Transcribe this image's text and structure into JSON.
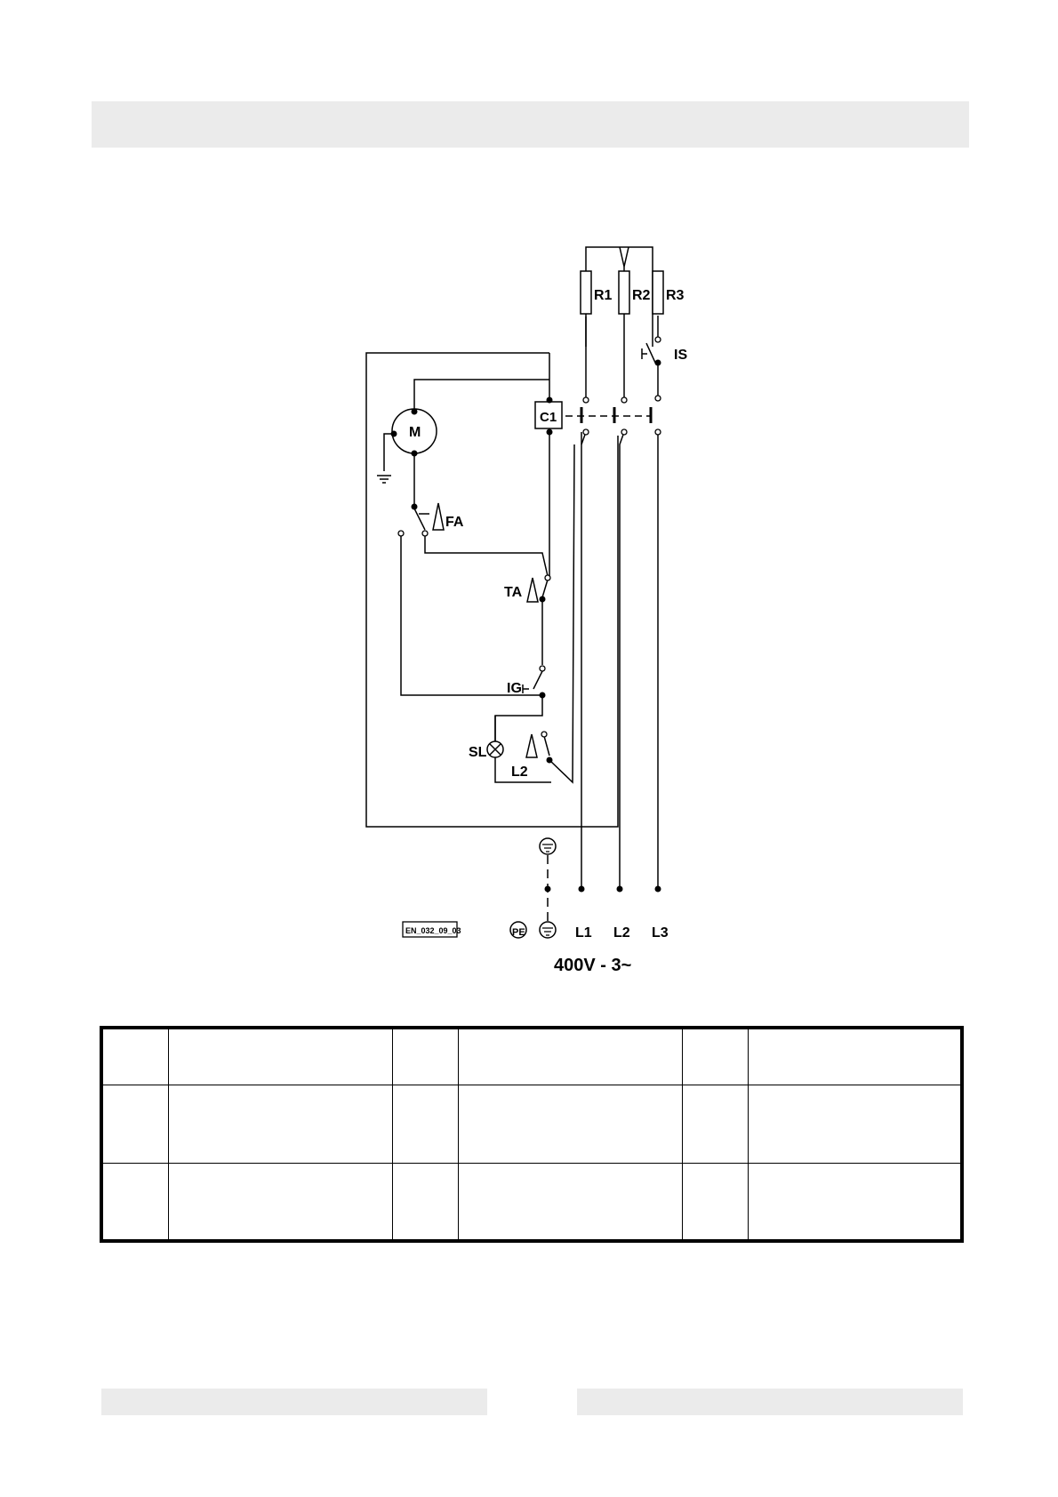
{
  "diagram": {
    "components": {
      "motor": "M",
      "contactor": "C1",
      "fan_thermostat": "FA",
      "thermostat": "TA",
      "general_switch": "IG",
      "signal_lamp": "SL",
      "limiter": "L2",
      "door_switch": "IS",
      "resistors": [
        "R1",
        "R2",
        "R3"
      ]
    },
    "supply": {
      "earth": "PE",
      "phases": [
        "L1",
        "L2",
        "L3"
      ],
      "voltage": "400V - 3~"
    },
    "drawing_code": "EN_032_09_03"
  },
  "legend_table": {
    "rows": [
      [
        "",
        "",
        "",
        "",
        "",
        ""
      ],
      [
        "",
        "",
        "",
        "",
        "",
        ""
      ],
      [
        "",
        "",
        "",
        "",
        "",
        ""
      ]
    ]
  }
}
